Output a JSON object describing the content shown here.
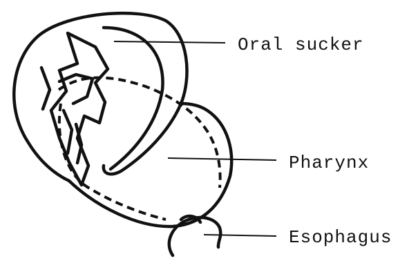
{
  "labels": {
    "oral_sucker": "Oral sucker",
    "pharynx": "Pharynx",
    "esophagus": "Esophagus"
  },
  "colors": {
    "ink": "#111111",
    "background": "#ffffff"
  }
}
